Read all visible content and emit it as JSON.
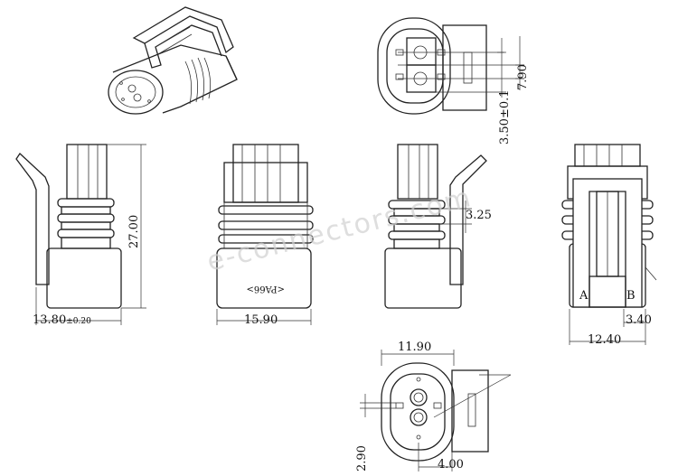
{
  "watermark": "e-connectors.com",
  "dimensions": {
    "width_bottom_left": "13.80",
    "width_bottom_left_tol": "±0.20",
    "height": "27.00",
    "width_front": "15.90",
    "step": "3.25",
    "width_side": "12.40",
    "offset_side": "3.40",
    "top_pitch": "7.90",
    "top_offset": "3.50",
    "top_offset_tol": "±0.1",
    "bottom_width": "11.90",
    "bottom_offset": "4.00",
    "bottom_pitch": "2.90"
  },
  "markings": {
    "material": "<PA66>",
    "cavity_a": "A",
    "cavity_b": "B"
  }
}
